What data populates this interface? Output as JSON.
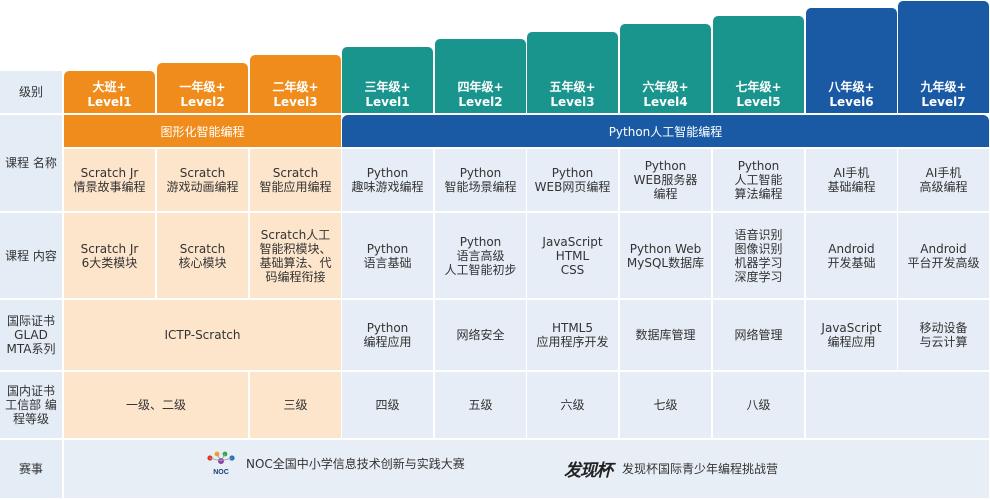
{
  "row_labels": {
    "level": "级别",
    "course_name": "课程\n名称",
    "course_content": "课程\n内容",
    "intl_cert": "国际证书\nGLAD\nMTA系列",
    "domestic_cert": "国内证书\n工信部\n编程等级",
    "competition": "赛事"
  },
  "levels": [
    {
      "grade": "大班+",
      "level": "Level1"
    },
    {
      "grade": "一年级+",
      "level": "Level2"
    },
    {
      "grade": "二年级+",
      "level": "Level3"
    },
    {
      "grade": "三年级+",
      "level": "Level1"
    },
    {
      "grade": "四年级+",
      "level": "Level2"
    },
    {
      "grade": "五年级+",
      "level": "Level3"
    },
    {
      "grade": "六年级+",
      "level": "Level4"
    },
    {
      "grade": "七年级+",
      "level": "Level5"
    },
    {
      "grade": "八年级+",
      "level": "Level6"
    },
    {
      "grade": "九年级+",
      "level": "Level7"
    }
  ],
  "categories": {
    "graphical": "图形化智能编程",
    "python": "Python人工智能编程"
  },
  "course_names": [
    "Scratch Jr\n情景故事编程",
    "Scratch\n游戏动画编程",
    "Scratch\n智能应用编程",
    "Python\n趣味游戏编程",
    "Python\n智能场景编程",
    "Python\nWEB网页编程",
    "Python\nWEB服务器\n编程",
    "Python\n人工智能\n算法编程",
    "AI手机\n基础编程",
    "AI手机\n高级编程"
  ],
  "course_contents": [
    "Scratch Jr\n6大类模块",
    "Scratch\n核心模块",
    "Scratch人工\n智能积模块、\n基础算法、代\n码编程衔接",
    "Python\n语言基础",
    "Python\n语言高级\n人工智能初步",
    "JavaScript\nHTML\nCSS",
    "Python Web\nMySQL数据库",
    "语音识别\n图像识别\n机器学习\n深度学习",
    "Android\n开发基础",
    "Android\n平台开发高级"
  ],
  "intl_certs": {
    "scratch": "ICTP-Scratch",
    "items": [
      "Python\n编程应用",
      "网络安全",
      "HTML5\n应用程序开发",
      "数据库管理",
      "网络管理",
      "JavaScript\n编程应用",
      "移动设备\n与云计算"
    ]
  },
  "domestic_certs": {
    "grade12": "一级、二级",
    "items": [
      "三级",
      "四级",
      "五级",
      "六级",
      "七级",
      "八级"
    ]
  },
  "competitions": {
    "noc_logo_text": "NOC",
    "noc": "NOC全国中小学信息技术创新与实践大赛",
    "faxian_logo_text": "发现杯",
    "faxian": "发现杯国际青少年编程挑战营"
  },
  "colors": {
    "orange": "#f08c1c",
    "teal": "#19958d",
    "blue": "#1a5aa5",
    "peach": "#fde5cc",
    "light_blue": "#e6edf6"
  }
}
